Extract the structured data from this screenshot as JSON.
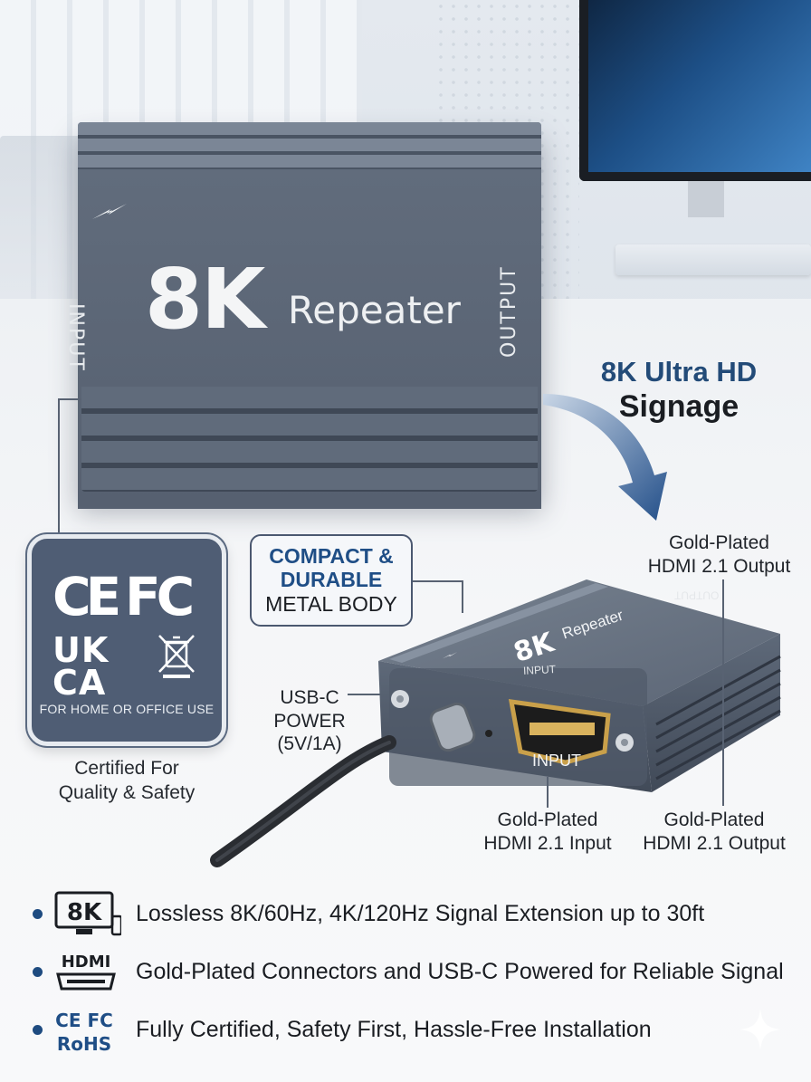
{
  "device": {
    "model_big": "8K",
    "model_word": "Repeater",
    "port_input": "INPUT",
    "port_output": "OUTPUT"
  },
  "headline": {
    "line1": "8K Ultra HD",
    "line2": "Signage"
  },
  "certifications_box": {
    "ce": "CE",
    "fc": "FC",
    "ukca_line1": "UK",
    "ukca_line2": "CA",
    "footer": "FOR HOME OR OFFICE USE",
    "caption_line1": "Certified For",
    "caption_line2": "Quality & Safety"
  },
  "compact_box": {
    "line1": "COMPACT &",
    "line2": "DURABLE",
    "line3": "METAL BODY"
  },
  "small_device": {
    "label_8k": "8K",
    "label_word": "Repeater",
    "label_input_top": "INPUT",
    "label_output_top": "OUTPUT",
    "port_input": "INPUT"
  },
  "callouts": {
    "output_top_line1": "Gold-Plated",
    "output_top_line2": "HDMI 2.1 Output",
    "usbc_line1": "USB-C",
    "usbc_line2": "POWER",
    "usbc_line3": "(5V/1A)",
    "input_line1": "Gold-Plated",
    "input_line2": "HDMI 2.1 Input",
    "output_bottom_line1": "Gold-Plated",
    "output_bottom_line2": "HDMI 2.1 Output"
  },
  "features": [
    {
      "icon": "8k-monitor-icon",
      "icon_text": "8K",
      "text": "Lossless 8K/60Hz, 4K/120Hz Signal Extension up to 30ft"
    },
    {
      "icon": "hdmi-logo-icon",
      "icon_text": "HDMI",
      "text": "Gold-Plated Connectors and USB-C Powered for Reliable Signal"
    },
    {
      "icon": "cert-logos-icon",
      "icon_text_1": "CE FC",
      "icon_text_2": "RoHS",
      "text": "Fully Certified, Safety First, Hassle-Free Installation"
    }
  ],
  "colors": {
    "accent_blue": "#1f4e86",
    "device_gray": "#5a6575",
    "cert_panel": "#4f5d74"
  }
}
